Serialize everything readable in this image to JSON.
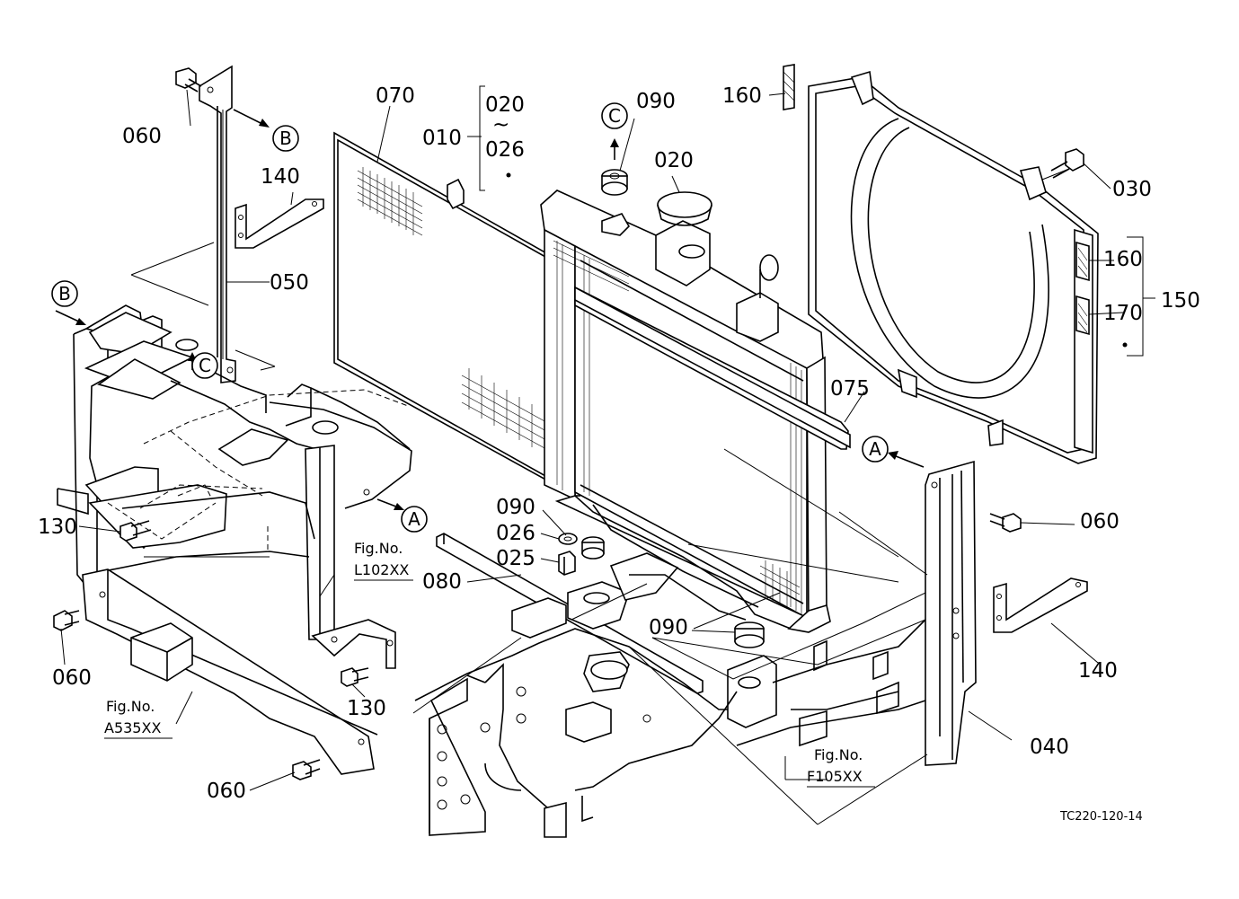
{
  "drawing": {
    "drawing_number": "TC220-120-14",
    "part_labels": [
      {
        "id": "p060-top-left",
        "text": "060"
      },
      {
        "id": "p140-left",
        "text": "140"
      },
      {
        "id": "p050",
        "text": "050"
      },
      {
        "id": "p070",
        "text": "070"
      },
      {
        "id": "p010",
        "text": "010"
      },
      {
        "id": "p020-group",
        "text": "020"
      },
      {
        "id": "p026-group",
        "text": "026"
      },
      {
        "id": "p090-top",
        "text": "090"
      },
      {
        "id": "p020-cap",
        "text": "020"
      },
      {
        "id": "p160-top",
        "text": "160"
      },
      {
        "id": "p030",
        "text": "030"
      },
      {
        "id": "p160-right",
        "text": "160"
      },
      {
        "id": "p150",
        "text": "150"
      },
      {
        "id": "p170",
        "text": "170"
      },
      {
        "id": "p075",
        "text": "075"
      },
      {
        "id": "p060-right",
        "text": "060"
      },
      {
        "id": "p090-mid",
        "text": "090"
      },
      {
        "id": "p026-mid",
        "text": "026"
      },
      {
        "id": "p025",
        "text": "025"
      },
      {
        "id": "p080",
        "text": "080"
      },
      {
        "id": "p090-bottom",
        "text": "090"
      },
      {
        "id": "p140-right",
        "text": "140"
      },
      {
        "id": "p040",
        "text": "040"
      },
      {
        "id": "p130-left",
        "text": "130"
      },
      {
        "id": "p060-left",
        "text": "060"
      },
      {
        "id": "p130-bottom",
        "text": "130"
      },
      {
        "id": "p060-bottom",
        "text": "060"
      }
    ],
    "range_tilde": "~",
    "figure_refs": [
      {
        "id": "ref-l102",
        "caption": "Fig.No.",
        "number": "L102XX"
      },
      {
        "id": "ref-a535",
        "caption": "Fig.No.",
        "number": "A535XX"
      },
      {
        "id": "ref-f105",
        "caption": "Fig.No.",
        "number": "F105XX"
      }
    ],
    "callout_letters": {
      "A": "A",
      "B": "B",
      "C": "C"
    }
  }
}
